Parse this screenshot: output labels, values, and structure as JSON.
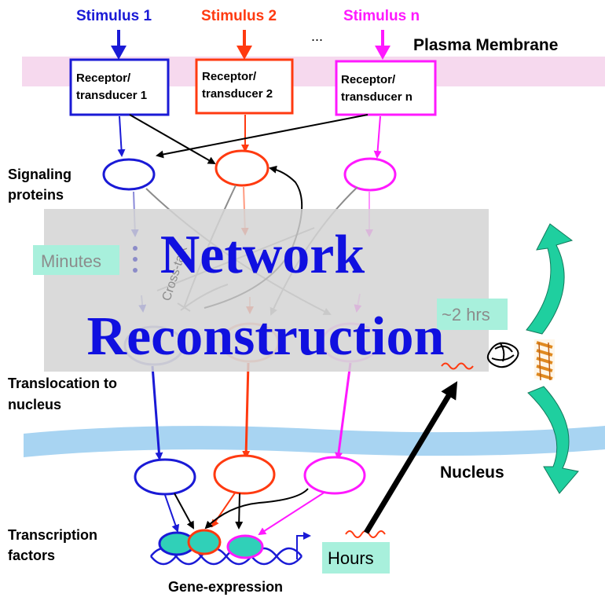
{
  "stimuli": [
    {
      "label": "Stimulus 1",
      "color": "#1a1ad6"
    },
    {
      "label": "Stimulus 2",
      "color": "#ff3a10"
    },
    {
      "label": "Stimulus n",
      "color": "#ff19ff"
    }
  ],
  "ellipsis": "...",
  "plasma_membrane": "Plasma Membrane",
  "receptors": [
    {
      "line1": "Receptor/",
      "line2": "transducer 1"
    },
    {
      "line1": "Receptor/",
      "line2": "transducer 2"
    },
    {
      "line1": "Receptor/",
      "line2": "transducer n"
    }
  ],
  "signaling_proteins": {
    "line1": "Signaling",
    "line2": "proteins"
  },
  "cross_talk": "Cross-talk",
  "minutes": "Minutes",
  "two_hrs": "~2 hrs",
  "translocation": {
    "line1": "Translocation to",
    "line2": "nucleus"
  },
  "nucleus": "Nucleus",
  "transcription_factors": {
    "line1": "Transcription",
    "line2": "factors"
  },
  "hours": "Hours",
  "gene_expression": "Gene-expression",
  "overlay": {
    "line1": "Network",
    "line2": "Reconstruction"
  },
  "colors": {
    "membrane_band": "#f6d9ee",
    "nucleus_band": "#a8d4f2",
    "overlay_bg": "#d4d4d4",
    "overlay_text": "#1010e0",
    "label_box": "#a8f0dc",
    "cycle_arrow": "#1fcf9f",
    "cross_talk": "#8c8c8c"
  }
}
